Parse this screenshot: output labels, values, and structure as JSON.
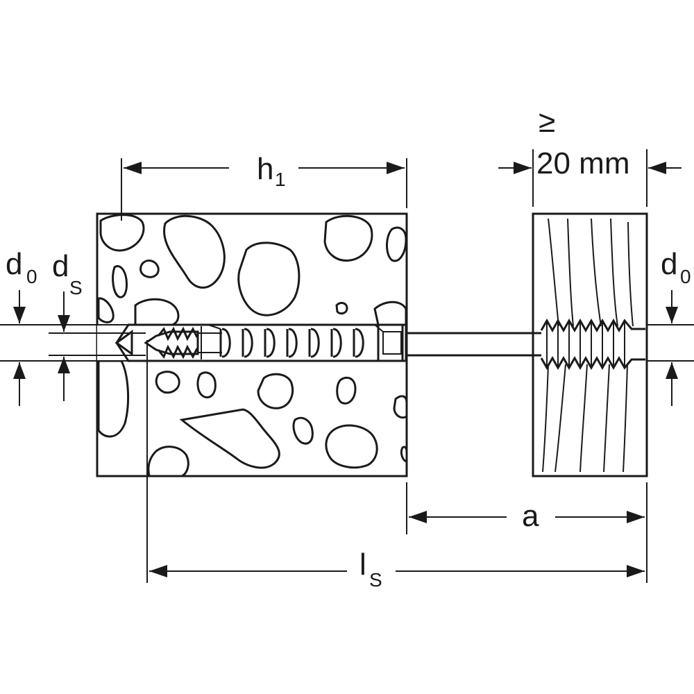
{
  "dimensions": {
    "h1": {
      "main": "h",
      "sub": "1"
    },
    "d0_left": {
      "main": "d",
      "sub": "0"
    },
    "ds": {
      "main": "d",
      "sub": "S"
    },
    "d0_right": {
      "main": "d",
      "sub": "0"
    },
    "a": {
      "main": "a"
    },
    "ls": {
      "main": "l",
      "sub": "S"
    },
    "min_thickness": {
      "symbol": "≥",
      "value": "20 mm"
    }
  }
}
